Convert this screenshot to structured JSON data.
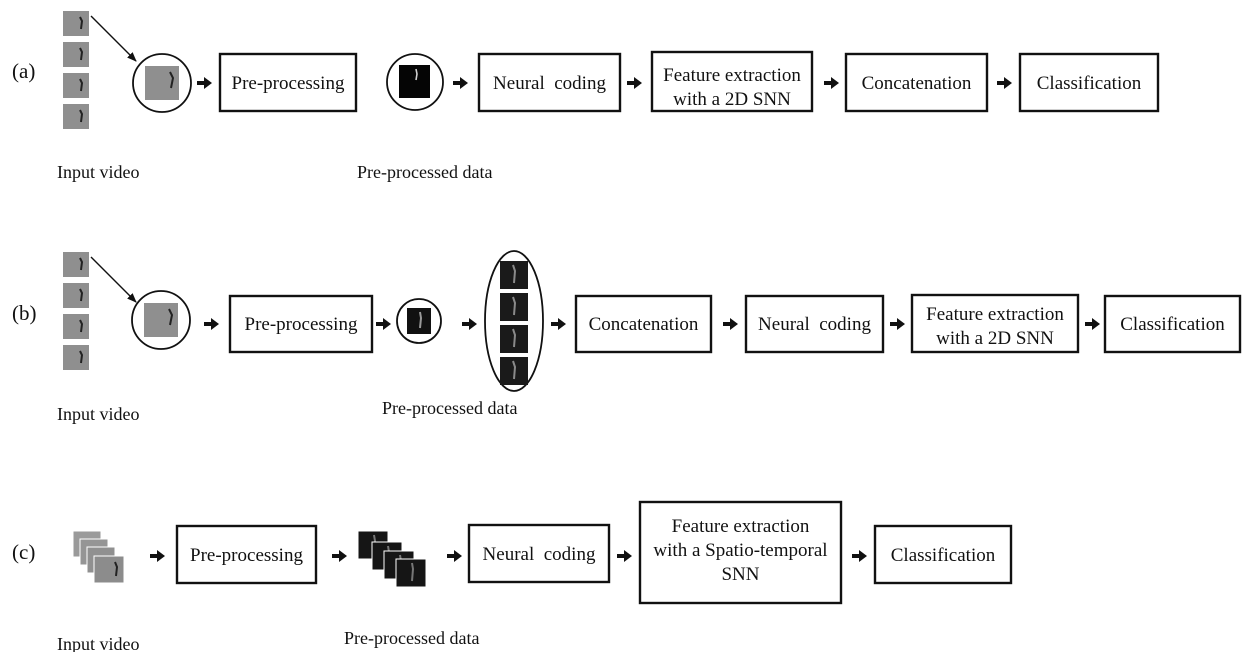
{
  "rows": {
    "a": {
      "label": "(a)",
      "steps": [
        "Pre-processing",
        "Neural  coding",
        "Feature extraction|with a 2D SNN",
        "Concatenation",
        "Classification"
      ],
      "captions": {
        "input": "Input video",
        "preprocessed": "Pre-processed data"
      }
    },
    "b": {
      "label": "(b)",
      "steps": [
        "Pre-processing",
        "Concatenation",
        "Neural  coding",
        "Feature extraction|with a 2D SNN",
        "Classification"
      ],
      "captions": {
        "input": "Input video",
        "preprocessed": "Pre-processed data"
      }
    },
    "c": {
      "label": "(c)",
      "steps": [
        "Pre-processing",
        "Neural  coding",
        "Feature extraction|with a Spatio-temporal|SNN",
        "Classification"
      ],
      "captions": {
        "input": "Input video",
        "preprocessed": "Pre-processed data"
      }
    }
  },
  "colors": {
    "ink": "#111111",
    "frame": "#8f8f8f",
    "frame_dark": "#7a7a7a",
    "processed": "#050505"
  },
  "icons": {
    "flow_arrow": "right-arrow-icon",
    "frame": "video-frame-icon",
    "processed": "processed-frame-icon"
  }
}
